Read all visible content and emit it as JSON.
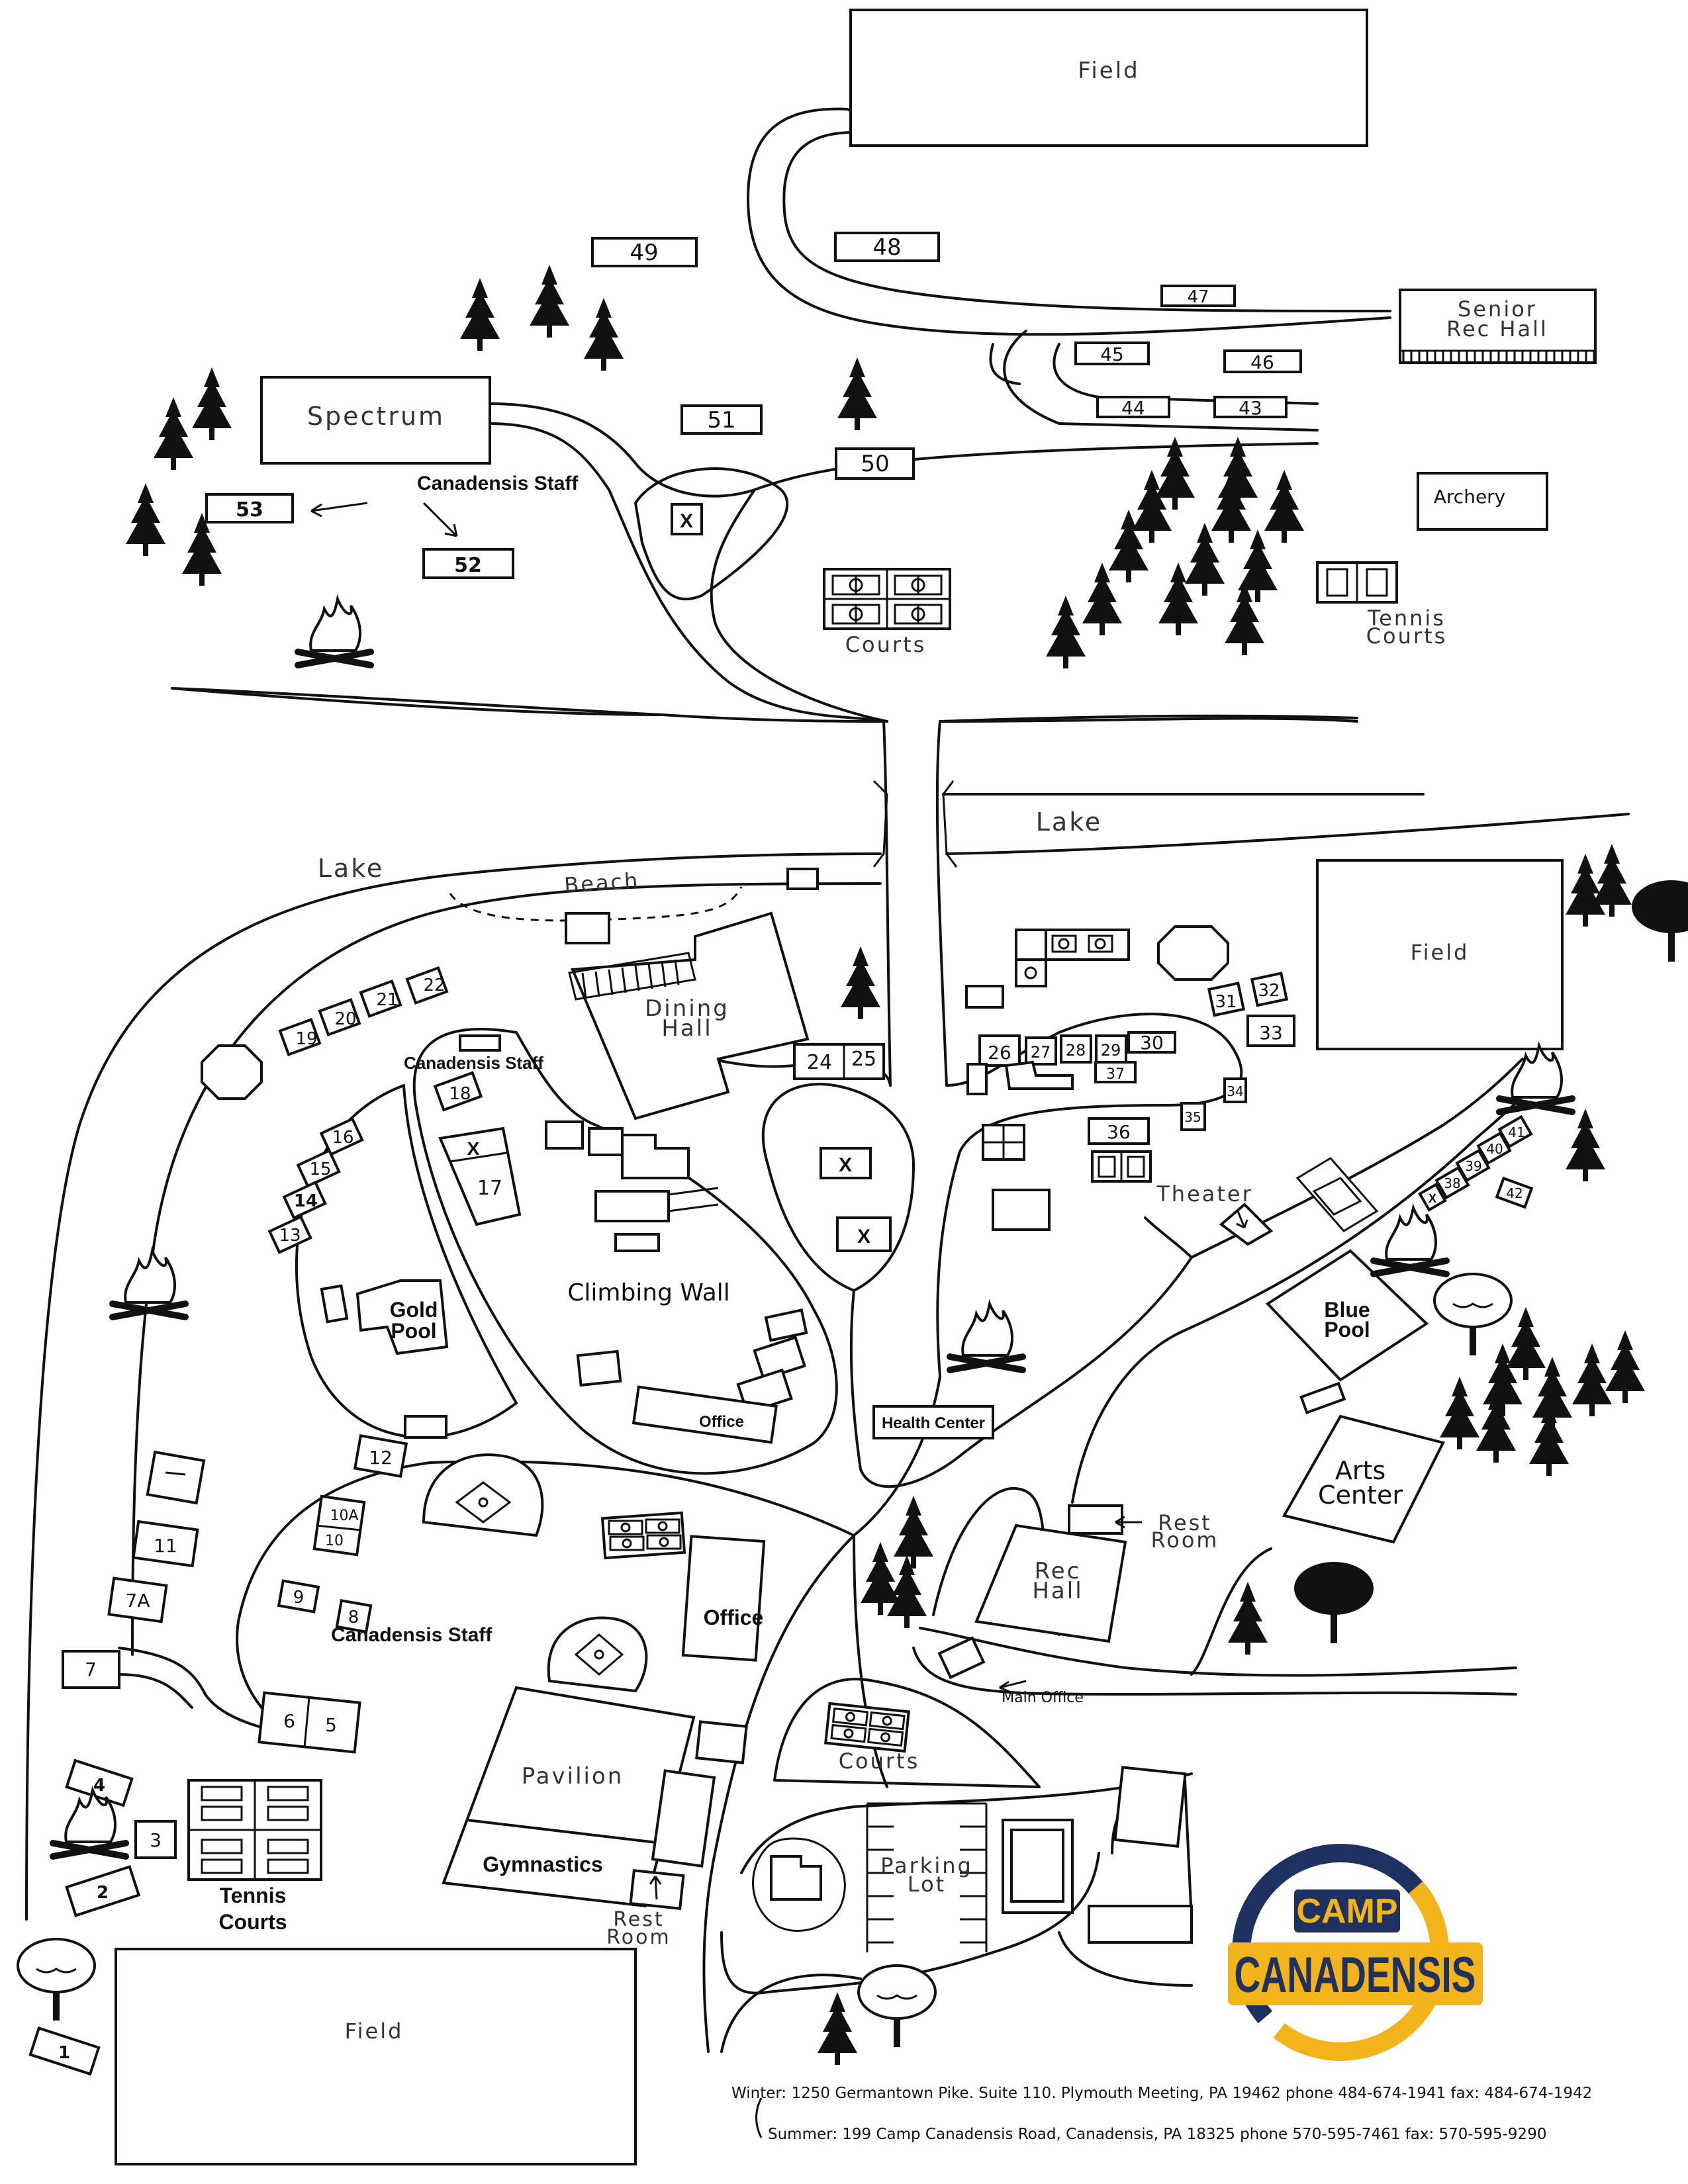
{
  "labels": {
    "field_top": "Field",
    "field_right": "Field",
    "field_bottom": "Field",
    "spectrum": "Spectrum",
    "senior_rec_hall_1": "Senior",
    "senior_rec_hall_2": "Rec Hall",
    "archery": "Archery",
    "courts_top": "Courts",
    "tennis_courts_top_1": "Tennis",
    "tennis_courts_top_2": "Courts",
    "lake_right": "Lake",
    "lake_left": "Lake",
    "beach": "Beach",
    "dining_hall_1": "Dining",
    "dining_hall_2": "Hall",
    "canadensis_staff_top": "Canadensis Staff",
    "canadensis_staff_mid": "Canadensis Staff",
    "canadensis_staff_low": "Canadensis Staff",
    "climbing_wall": "Climbing Wall",
    "gold_pool_1": "Gold",
    "gold_pool_2": "Pool",
    "office_small": "Office",
    "health_center": "Health Center",
    "theater": "Theater",
    "blue_pool_1": "Blue",
    "blue_pool_2": "Pool",
    "arts_center_1": "Arts",
    "arts_center_2": "Center",
    "rest_room_top_1": "Rest",
    "rest_room_top_2": "Room",
    "rec_hall_1": "Rec",
    "rec_hall_2": "Hall",
    "office_big": "Office",
    "main_office": "Main Office",
    "courts_bottom": "Courts",
    "pavilion": "Pavilion",
    "gymnastics": "Gymnastics",
    "parking_lot_1": "Parking",
    "parking_lot_2": "Lot",
    "rest_room_bottom_1": "Rest",
    "rest_room_bottom_2": "Room",
    "tennis_courts_bottom_1": "Tennis",
    "tennis_courts_bottom_2": "Courts",
    "x_mark": "X"
  },
  "cabins": {
    "c1": "1",
    "c2": "2",
    "c3": "3",
    "c4": "4",
    "c5": "5",
    "c6": "6",
    "c7": "7",
    "c7a": "7A",
    "c8": "8",
    "c9": "9",
    "c10": "10",
    "c10a": "10A",
    "c11": "11",
    "c12": "12",
    "c13": "13",
    "c14": "14",
    "c15": "15",
    "c16": "16",
    "c17": "17",
    "c18": "18",
    "c19": "19",
    "c20": "20",
    "c21": "21",
    "c22": "22",
    "c24": "24",
    "c25": "25",
    "c26": "26",
    "c27": "27",
    "c28": "28",
    "c29": "29",
    "c30": "30",
    "c31": "31",
    "c32": "32",
    "c33": "33",
    "c34": "34",
    "c35": "35",
    "c36": "36",
    "c37": "37",
    "c38": "38",
    "c39": "39",
    "c40": "40",
    "c41": "41",
    "c42": "42",
    "c43": "43",
    "c44": "44",
    "c45": "45",
    "c46": "46",
    "c47": "47",
    "c48": "48",
    "c49": "49",
    "c50": "50",
    "c51": "51",
    "c52": "52",
    "c53": "53"
  },
  "logo": {
    "line1": "CAMP",
    "line2": "CANADENSIS",
    "navy": "#1f3160",
    "gold": "#f2b31b"
  },
  "footer": {
    "winter": "Winter: 1250 Germantown Pike.  Suite 110.  Plymouth Meeting, PA 19462  phone 484-674-1941  fax: 484-674-1942",
    "summer": "Summer: 199 Camp Canadensis Road, Canadensis, PA 18325  phone 570-595-7461  fax: 570-595-9290"
  }
}
